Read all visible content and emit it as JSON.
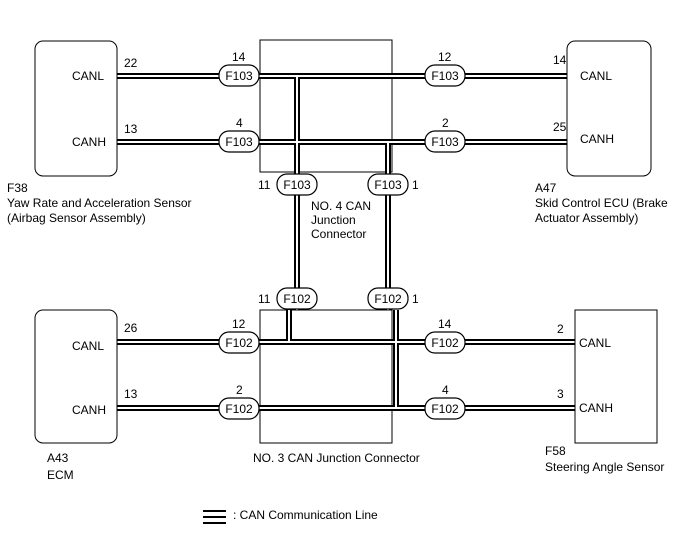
{
  "components": {
    "f38": {
      "code": "F38",
      "name_line1": "Yaw Rate and Acceleration Sensor",
      "name_line2": "(Airbag Sensor Assembly)"
    },
    "a47": {
      "code": "A47",
      "name_line1": "Skid Control ECU (Brake",
      "name_line2": "Actuator Assembly)"
    },
    "a43": {
      "code": "A43",
      "name_line1": "ECM"
    },
    "f58": {
      "code": "F58",
      "name_line1": "Steering Angle Sensor"
    },
    "j4": {
      "name_line1": "NO. 4 CAN",
      "name_line2": "Junction",
      "name_line3": "Connector"
    },
    "j3": {
      "name": "NO. 3 CAN Junction Connector"
    }
  },
  "signals": {
    "canl": "CANL",
    "canh": "CANH"
  },
  "connectors": {
    "top": "F103",
    "bottom": "F102"
  },
  "pins": {
    "f38_canl": "22",
    "f38_canh": "13",
    "j4_left_canl": "14",
    "j4_left_canh": "4",
    "j4_right_canl": "12",
    "j4_right_canh": "2",
    "a47_canl": "14",
    "a47_canh": "25",
    "j4_bottom_left": "11",
    "j4_bottom_right": "1",
    "j3_top_left": "11",
    "j3_top_right": "1",
    "a43_canl": "26",
    "a43_canh": "13",
    "j3_left_canl": "12",
    "j3_left_canh": "2",
    "j3_right_canl": "14",
    "j3_right_canh": "4",
    "f58_canl": "2",
    "f58_canh": "3"
  },
  "legend": {
    "label": ": CAN Communication Line"
  }
}
